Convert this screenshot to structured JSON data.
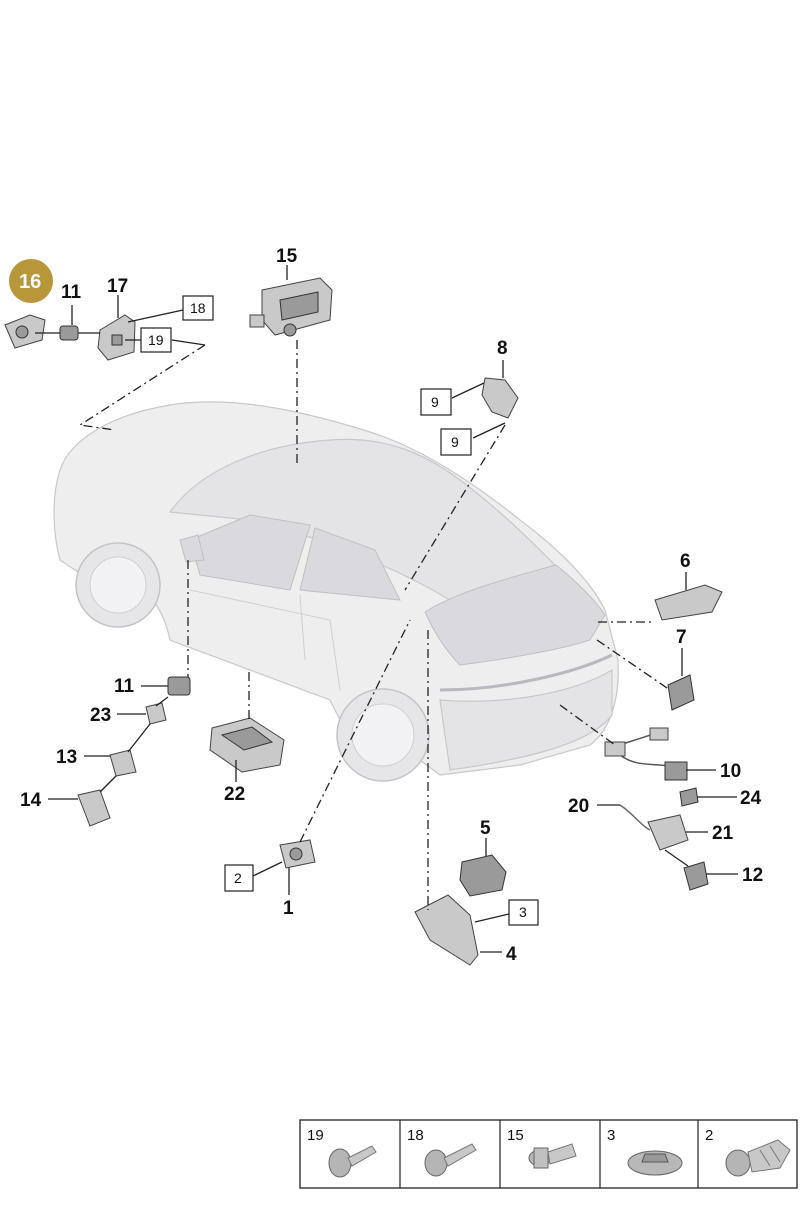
{
  "callouts": {
    "c1": "1",
    "c2": "2",
    "c3": "3",
    "c4": "4",
    "c5": "5",
    "c6": "6",
    "c7": "7",
    "c8": "8",
    "c9a": "9",
    "c9b": "9",
    "c10": "10",
    "c11a": "11",
    "c11b": "11",
    "c12": "12",
    "c13": "13",
    "c14": "14",
    "c15": "15",
    "c16": "16",
    "c17": "17",
    "c18": "18",
    "c19": "19",
    "c20": "20",
    "c21": "21",
    "c22": "22",
    "c23": "23",
    "c24": "24"
  },
  "highlight": {
    "label": "16",
    "color": "#b8963a"
  },
  "legend": [
    {
      "label": "19",
      "icon": "flat-head-bolt-icon"
    },
    {
      "label": "18",
      "icon": "hex-bolt-icon"
    },
    {
      "label": "15",
      "icon": "rivet-nut-icon"
    },
    {
      "label": "3",
      "icon": "flange-nut-icon"
    },
    {
      "label": "2",
      "icon": "expanding-clip-icon"
    }
  ]
}
